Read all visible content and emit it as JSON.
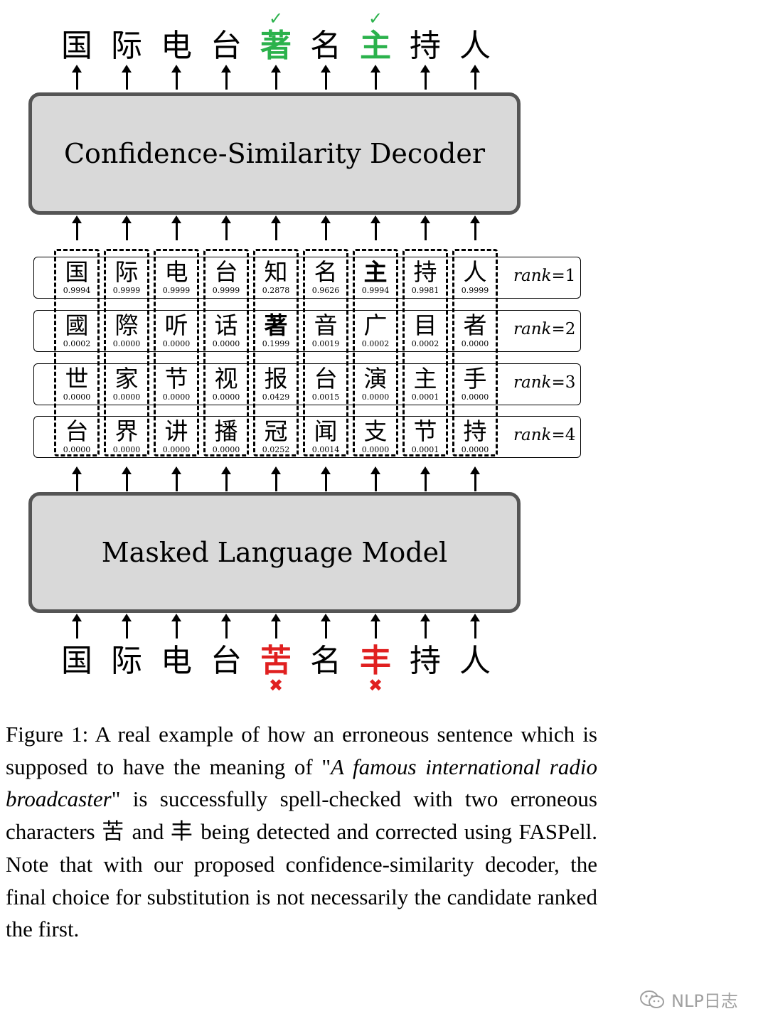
{
  "output_sentence": [
    {
      "char": "国",
      "status": "normal"
    },
    {
      "char": "际",
      "status": "normal"
    },
    {
      "char": "电",
      "status": "normal"
    },
    {
      "char": "台",
      "status": "normal"
    },
    {
      "char": "著",
      "status": "corrected"
    },
    {
      "char": "名",
      "status": "normal"
    },
    {
      "char": "主",
      "status": "corrected"
    },
    {
      "char": "持",
      "status": "normal"
    },
    {
      "char": "人",
      "status": "normal"
    }
  ],
  "input_sentence": [
    {
      "char": "国",
      "status": "normal"
    },
    {
      "char": "际",
      "status": "normal"
    },
    {
      "char": "电",
      "status": "normal"
    },
    {
      "char": "台",
      "status": "normal"
    },
    {
      "char": "苦",
      "status": "error"
    },
    {
      "char": "名",
      "status": "normal"
    },
    {
      "char": "丰",
      "status": "error"
    },
    {
      "char": "持",
      "status": "normal"
    },
    {
      "char": "人",
      "status": "normal"
    }
  ],
  "check_mark": "✓",
  "cross_mark": "✖",
  "decoder_label": "Confidence-Similarity Decoder",
  "mlm_label": "Masked Language Model",
  "candidate_rows": [
    {
      "rank_label": "rank",
      "rank_value": "=1",
      "cells": [
        {
          "char": "国",
          "prob": "0.9994"
        },
        {
          "char": "际",
          "prob": "0.9999"
        },
        {
          "char": "电",
          "prob": "0.9999"
        },
        {
          "char": "台",
          "prob": "0.9999"
        },
        {
          "char": "知",
          "prob": "0.2878"
        },
        {
          "char": "名",
          "prob": "0.9626"
        },
        {
          "char": "主",
          "prob": "0.9994",
          "bold": true
        },
        {
          "char": "持",
          "prob": "0.9981"
        },
        {
          "char": "人",
          "prob": "0.9999"
        }
      ]
    },
    {
      "rank_label": "rank",
      "rank_value": "=2",
      "cells": [
        {
          "char": "國",
          "prob": "0.0002"
        },
        {
          "char": "際",
          "prob": "0.0000"
        },
        {
          "char": "听",
          "prob": "0.0000"
        },
        {
          "char": "话",
          "prob": "0.0000"
        },
        {
          "char": "著",
          "prob": "0.1999",
          "bold": true
        },
        {
          "char": "音",
          "prob": "0.0019"
        },
        {
          "char": "广",
          "prob": "0.0002"
        },
        {
          "char": "目",
          "prob": "0.0002"
        },
        {
          "char": "者",
          "prob": "0.0000"
        }
      ]
    },
    {
      "rank_label": "rank",
      "rank_value": "=3",
      "cells": [
        {
          "char": "世",
          "prob": "0.0000"
        },
        {
          "char": "家",
          "prob": "0.0000"
        },
        {
          "char": "节",
          "prob": "0.0000"
        },
        {
          "char": "视",
          "prob": "0.0000"
        },
        {
          "char": "报",
          "prob": "0.0429"
        },
        {
          "char": "台",
          "prob": "0.0015"
        },
        {
          "char": "演",
          "prob": "0.0000"
        },
        {
          "char": "主",
          "prob": "0.0001"
        },
        {
          "char": "手",
          "prob": "0.0000"
        }
      ]
    },
    {
      "rank_label": "rank",
      "rank_value": "=4",
      "cells": [
        {
          "char": "台",
          "prob": "0.0000"
        },
        {
          "char": "界",
          "prob": "0.0000"
        },
        {
          "char": "讲",
          "prob": "0.0000"
        },
        {
          "char": "播",
          "prob": "0.0000"
        },
        {
          "char": "冠",
          "prob": "0.0252"
        },
        {
          "char": "闻",
          "prob": "0.0014"
        },
        {
          "char": "支",
          "prob": "0.0000"
        },
        {
          "char": "节",
          "prob": "0.0001"
        },
        {
          "char": "持",
          "prob": "0.0000"
        }
      ]
    }
  ],
  "caption": {
    "prefix": "Figure 1:  A real example of how an erroneous sentence which is supposed to have the meaning of \"",
    "italic": "A famous international radio broadcaster",
    "middle": "\" is successfully spell-checked with two erroneous characters ",
    "char1": "苦",
    "and": " and ",
    "char2": "丰",
    "suffix": " being detected and corrected using FASPell. Note that with our proposed confidence-similarity decoder, the final choice for substitution is not necessarily the candidate ranked the first."
  },
  "colors": {
    "correct": "#2bb24c",
    "error": "#e02020",
    "box_fill": "#d9d9d9",
    "box_border": "#555555"
  },
  "watermark": {
    "icon": "wechat-icon",
    "text": "NLP日志"
  }
}
